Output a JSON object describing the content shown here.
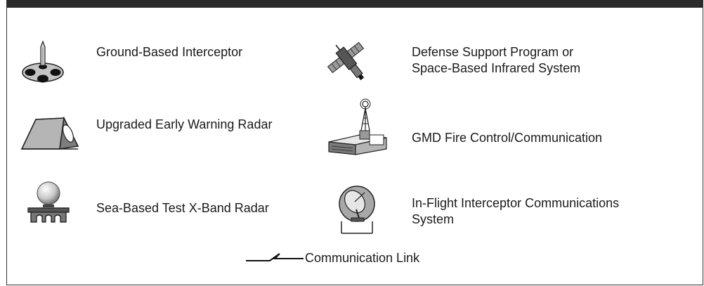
{
  "legend": {
    "items": [
      {
        "id": "gbi",
        "icon": "ground-based-interceptor-icon",
        "lines": [
          "Ground-Based Interceptor"
        ]
      },
      {
        "id": "dsp",
        "icon": "satellite-icon",
        "lines": [
          "Defense Support Program or",
          "Space-Based Infrared System"
        ]
      },
      {
        "id": "uewr",
        "icon": "early-warning-radar-icon",
        "lines": [
          "Upgraded Early Warning Radar"
        ]
      },
      {
        "id": "gmd",
        "icon": "fire-control-building-icon",
        "lines": [
          "GMD Fire Control/Communication"
        ]
      },
      {
        "id": "sbx",
        "icon": "x-band-radar-dome-icon",
        "lines": [
          "Sea-Based Test X-Band Radar"
        ]
      },
      {
        "id": "ifics",
        "icon": "satellite-dish-icon",
        "lines": [
          "In-Flight Interceptor Communications",
          "System"
        ]
      }
    ],
    "link": {
      "icon": "communication-link-icon",
      "label": "Communication Link"
    }
  }
}
